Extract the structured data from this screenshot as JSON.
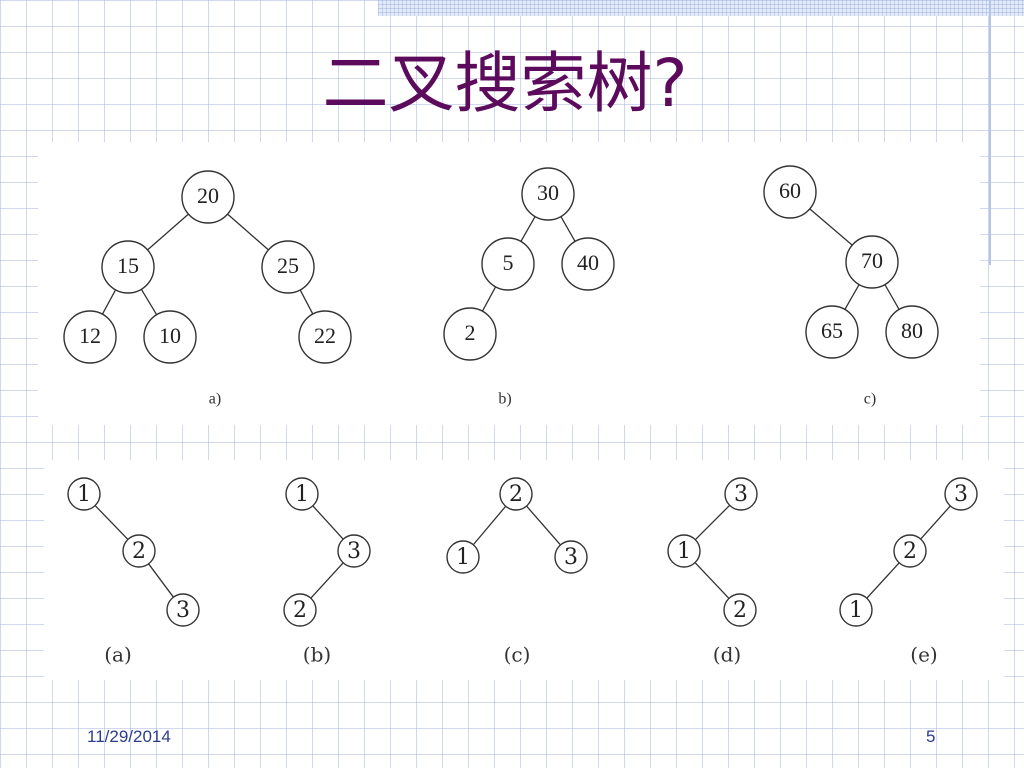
{
  "title": "二叉搜索树?",
  "figure_top": {
    "trees": [
      {
        "caption": "a)",
        "nodes": [
          {
            "id": "20",
            "label": "20"
          },
          {
            "id": "15",
            "label": "15",
            "parent": "20"
          },
          {
            "id": "25",
            "label": "25",
            "parent": "20"
          },
          {
            "id": "12",
            "label": "12",
            "parent": "15"
          },
          {
            "id": "10",
            "label": "10",
            "parent": "15"
          },
          {
            "id": "22",
            "label": "22",
            "parent": "25"
          }
        ]
      },
      {
        "caption": "b)",
        "nodes": [
          {
            "id": "30",
            "label": "30"
          },
          {
            "id": "5",
            "label": "5",
            "parent": "30"
          },
          {
            "id": "40",
            "label": "40",
            "parent": "30"
          },
          {
            "id": "2",
            "label": "2",
            "parent": "5"
          }
        ]
      },
      {
        "caption": "c)",
        "nodes": [
          {
            "id": "60",
            "label": "60"
          },
          {
            "id": "70",
            "label": "70",
            "parent": "60"
          },
          {
            "id": "65",
            "label": "65",
            "parent": "70"
          },
          {
            "id": "80",
            "label": "80",
            "parent": "70"
          }
        ]
      }
    ]
  },
  "figure_bottom": {
    "trees": [
      {
        "caption": "(a)",
        "nodes": [
          {
            "id": "1",
            "label": "1"
          },
          {
            "id": "2",
            "label": "2",
            "parent": "1"
          },
          {
            "id": "3",
            "label": "3",
            "parent": "2"
          }
        ]
      },
      {
        "caption": "(b)",
        "nodes": [
          {
            "id": "1",
            "label": "1"
          },
          {
            "id": "3",
            "label": "3",
            "parent": "1"
          },
          {
            "id": "2",
            "label": "2",
            "parent": "3"
          }
        ]
      },
      {
        "caption": "(c)",
        "nodes": [
          {
            "id": "2",
            "label": "2"
          },
          {
            "id": "1",
            "label": "1",
            "parent": "2"
          },
          {
            "id": "3",
            "label": "3",
            "parent": "2"
          }
        ]
      },
      {
        "caption": "(d)",
        "nodes": [
          {
            "id": "3",
            "label": "3"
          },
          {
            "id": "1",
            "label": "1",
            "parent": "3"
          },
          {
            "id": "2",
            "label": "2",
            "parent": "1"
          }
        ]
      },
      {
        "caption": "(e)",
        "nodes": [
          {
            "id": "3",
            "label": "3"
          },
          {
            "id": "2",
            "label": "2",
            "parent": "3"
          },
          {
            "id": "1",
            "label": "1",
            "parent": "2"
          }
        ]
      }
    ]
  },
  "footer": {
    "date": "11/29/2014",
    "page_number": "5"
  }
}
